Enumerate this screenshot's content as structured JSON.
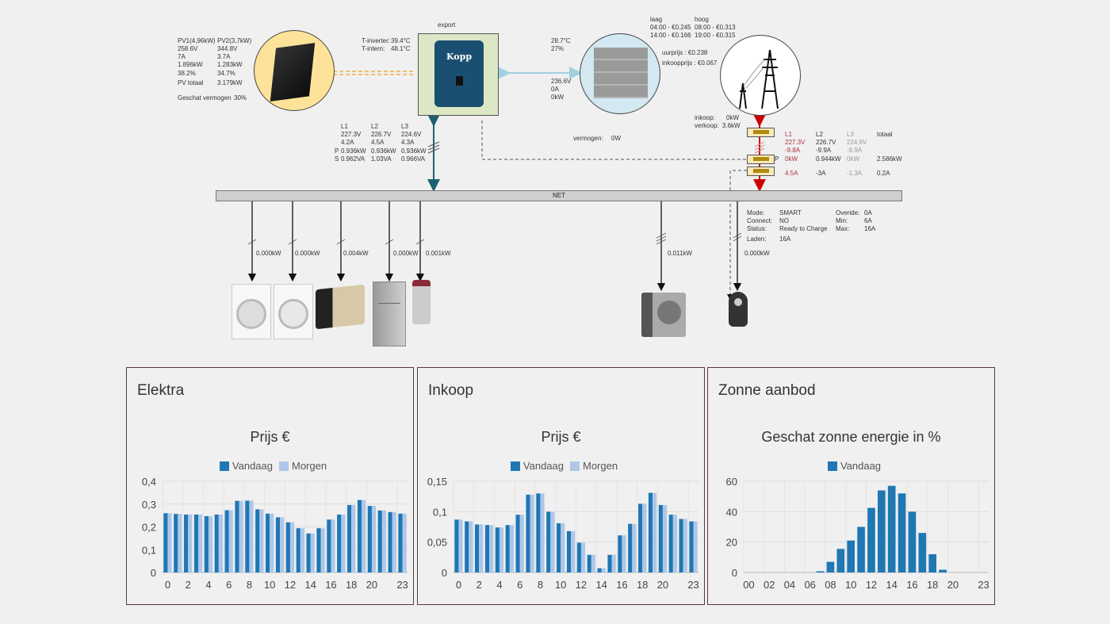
{
  "solar": {
    "pv1_head": "PV1(4,96kW)",
    "pv2_head": "PV2(3,7kW)",
    "pv1": [
      "258.6V",
      "7A",
      "1.896kW",
      "38.2%"
    ],
    "pv2": [
      "344.8V",
      "3.7A",
      "1.283kW",
      "34.7%"
    ],
    "total_label": "PV totaal",
    "total": "3.179kW",
    "est_label": "Geschat vermogen",
    "est": "30%"
  },
  "inverter": {
    "export_label": "export",
    "t_inverter_label": "T-inverter:",
    "t_inverter": "39.4°C",
    "t_intern_label": "T-intern:",
    "t_intern": "48.1°C",
    "brand": "Kopp",
    "phases": {
      "headers": [
        "L1",
        "L2",
        "L3"
      ],
      "voltage": [
        "227.3V",
        "226.7V",
        "224.6V"
      ],
      "current": [
        "4.2A",
        "4.5A",
        "4.3A"
      ],
      "p_label": "P",
      "power": [
        "0.936kW",
        "0.936kW",
        "0.936kW"
      ],
      "s_label": "S",
      "apparent": [
        "0.962VA",
        "1.03VA",
        "0.966VA"
      ]
    }
  },
  "battery": {
    "temp": "28.7°C",
    "soc": "27%",
    "voltage": "236.6V",
    "current": "0A",
    "power": "0kW",
    "vermogen_label": "vermogen:",
    "vermogen": "0W"
  },
  "tariffs": {
    "low_label": "laag",
    "high_label": "hoog",
    "low": [
      "04:00 - €0.245",
      "14:00 - €0.166"
    ],
    "high": [
      "08:00 - €0.313",
      "19:00 - €0.315"
    ],
    "uurprijs": "uurprijs : €0.238",
    "inkoopprijs": "inkoopprijs : €0.067"
  },
  "grid": {
    "inkoop_label": "inkoop:",
    "inkoop": "0kW",
    "verkoop_label": "verkoop:",
    "verkoop": "3.6kW",
    "headers": [
      "L1",
      "L2",
      "L3",
      "totaal"
    ],
    "voltage": [
      "227.3V",
      "226.7V",
      "224.6V"
    ],
    "current": [
      "-9.8A",
      "-9.9A",
      "-9.9A"
    ],
    "p_label": "P",
    "power": [
      "0kW",
      "0.944kW",
      "0kW",
      "2.586kW"
    ],
    "current2": [
      "4.5A",
      "-3A",
      "-1.3A",
      "0.2A"
    ]
  },
  "net_label": "NET",
  "charger": {
    "mode_label": "Mode:",
    "mode": "SMART",
    "connect_label": "Connect:",
    "connect": "NO",
    "status_label": "Status:",
    "status": "Ready to Charge",
    "laden_label": "Laden:",
    "laden": "16A",
    "override_label": "Overide:",
    "override": "0A",
    "min_label": "Min:",
    "min": "6A",
    "max_label": "Max:",
    "max": "16A"
  },
  "loads": [
    {
      "name": "washing-machine",
      "power": "0.000kW"
    },
    {
      "name": "dryer",
      "power": "0.000kW"
    },
    {
      "name": "ventilation-unit",
      "power": "0.004kW"
    },
    {
      "name": "fridge",
      "power": "0.000kW"
    },
    {
      "name": "boiler",
      "power": "0.001kW"
    },
    {
      "name": "heat-pump",
      "power": "0.011kW"
    },
    {
      "name": "ev-charger",
      "power": "0.000kW"
    }
  ],
  "colors": {
    "dark": "#1f77b4",
    "light": "#aec7e8"
  },
  "chart_data": [
    {
      "panel": "Elektra",
      "type": "bar",
      "title": "Prijs €",
      "legend": [
        "Vandaag",
        "Morgen"
      ],
      "ylim": [
        0,
        0.4
      ],
      "yticks": [
        "0",
        "0,1",
        "0,2",
        "0,3",
        "0,4"
      ],
      "xticks": [
        "0",
        "2",
        "4",
        "6",
        "8",
        "10",
        "12",
        "14",
        "16",
        "18",
        "20",
        "23"
      ],
      "x": [
        0,
        1,
        2,
        3,
        4,
        5,
        6,
        7,
        8,
        9,
        10,
        11,
        12,
        13,
        14,
        15,
        16,
        17,
        18,
        19,
        20,
        21,
        22,
        23
      ],
      "series": [
        {
          "name": "Vandaag",
          "values": [
            0.26,
            0.257,
            0.254,
            0.254,
            0.247,
            0.254,
            0.273,
            0.314,
            0.315,
            0.277,
            0.258,
            0.242,
            0.22,
            0.194,
            0.171,
            0.194,
            0.232,
            0.254,
            0.296,
            0.318,
            0.292,
            0.272,
            0.265,
            0.258
          ]
        },
        {
          "name": "Morgen",
          "values": [
            0.26,
            0.257,
            0.254,
            0.254,
            0.247,
            0.254,
            0.273,
            0.314,
            0.315,
            0.277,
            0.258,
            0.242,
            0.22,
            0.194,
            0.171,
            0.194,
            0.232,
            0.254,
            0.296,
            0.318,
            0.292,
            0.272,
            0.265,
            0.258
          ]
        }
      ]
    },
    {
      "panel": "Inkoop",
      "type": "bar",
      "title": "Prijs €",
      "legend": [
        "Vandaag",
        "Morgen"
      ],
      "ylim": [
        0,
        0.15
      ],
      "yticks": [
        "0",
        "0,05",
        "0,1",
        "0,15"
      ],
      "xticks": [
        "0",
        "2",
        "4",
        "6",
        "8",
        "10",
        "12",
        "14",
        "16",
        "18",
        "20",
        "23"
      ],
      "x": [
        0,
        1,
        2,
        3,
        4,
        5,
        6,
        7,
        8,
        9,
        10,
        11,
        12,
        13,
        14,
        15,
        16,
        17,
        18,
        19,
        20,
        21,
        22,
        23
      ],
      "series": [
        {
          "name": "Vandaag",
          "values": [
            0.087,
            0.084,
            0.079,
            0.078,
            0.074,
            0.078,
            0.095,
            0.128,
            0.13,
            0.1,
            0.081,
            0.068,
            0.049,
            0.029,
            0.007,
            0.029,
            0.061,
            0.08,
            0.113,
            0.131,
            0.111,
            0.095,
            0.088,
            0.084
          ]
        },
        {
          "name": "Morgen",
          "values": [
            0.087,
            0.084,
            0.079,
            0.078,
            0.074,
            0.078,
            0.095,
            0.128,
            0.13,
            0.1,
            0.081,
            0.068,
            0.049,
            0.029,
            0.007,
            0.029,
            0.061,
            0.08,
            0.113,
            0.131,
            0.111,
            0.095,
            0.088,
            0.084
          ]
        }
      ]
    },
    {
      "panel": "Zonne aanbod",
      "type": "bar",
      "title": "Geschat zonne energie in %",
      "legend": [
        "Vandaag"
      ],
      "ylim": [
        0,
        60
      ],
      "yticks": [
        "0",
        "20",
        "40",
        "60"
      ],
      "xticks": [
        "00",
        "02",
        "04",
        "06",
        "08",
        "10",
        "12",
        "14",
        "16",
        "18",
        "20",
        "23"
      ],
      "x": [
        0,
        1,
        2,
        3,
        4,
        5,
        6,
        7,
        8,
        9,
        10,
        11,
        12,
        13,
        14,
        15,
        16,
        17,
        18,
        19,
        20,
        21,
        22,
        23
      ],
      "series": [
        {
          "name": "Vandaag",
          "values": [
            0,
            0,
            0,
            0,
            0,
            0,
            0,
            0.8,
            7,
            15.5,
            21,
            30,
            42.5,
            54,
            57,
            52,
            40,
            26,
            12,
            1.8,
            0,
            0,
            0,
            0
          ]
        }
      ]
    }
  ]
}
